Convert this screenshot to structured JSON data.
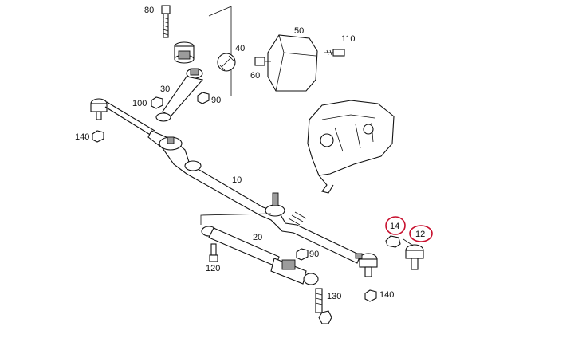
{
  "callouts": {
    "c80": "80",
    "c50": "50",
    "c110": "110",
    "c40": "40",
    "c60": "60",
    "c30": "30",
    "c100": "100",
    "c90a": "90",
    "c140a": "140",
    "c10": "10",
    "c20": "20",
    "c14": "14",
    "c12": "12",
    "c90b": "90",
    "c120": "120",
    "c130": "130",
    "c140b": "140"
  },
  "colors": {
    "line": "#111111",
    "highlight": "#c8102e",
    "background": "#ffffff"
  },
  "icons": {
    "tool": "wrench-icon"
  }
}
